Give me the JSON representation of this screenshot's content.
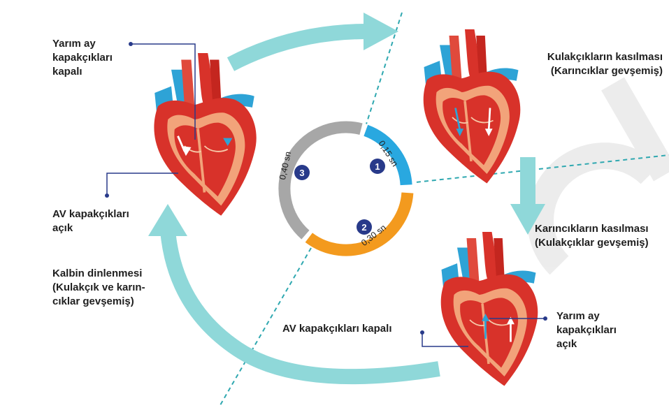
{
  "labels": {
    "semilunar_closed": "Yarım ay\nkapakçıkları\nkapalı",
    "av_open": "AV kapakçıkları\naçık",
    "rest": "Kalbin dinlenmesi\n(Kulakçık ve karın-\ncıklar gevşemiş)",
    "atria_contract": "Kulakçıkların kasılması\n(Karıncıklar gevşemiş)",
    "ventricles_contract": "Karıncıkların kasılması\n(Kulakçıklar gevşemiş)",
    "av_closed": "AV kapakçıkları kapalı",
    "semilunar_open": "Yarım ay\nkapakçıkları\naçık"
  },
  "cycle": [
    {
      "badge": "1",
      "duration": "0,15 sn",
      "color": "#29a8e0"
    },
    {
      "badge": "2",
      "duration": "0,30 sn",
      "color": "#f39a1e"
    },
    {
      "badge": "3",
      "duration": "0,40 sn",
      "color": "#a7a7a7"
    }
  ],
  "colors": {
    "arrow": "#8fd8d9",
    "divider": "#2fa8b0",
    "badge": "#283a8a",
    "heart_red": "#d8322a",
    "vessel_blue": "#2ea3d6"
  }
}
